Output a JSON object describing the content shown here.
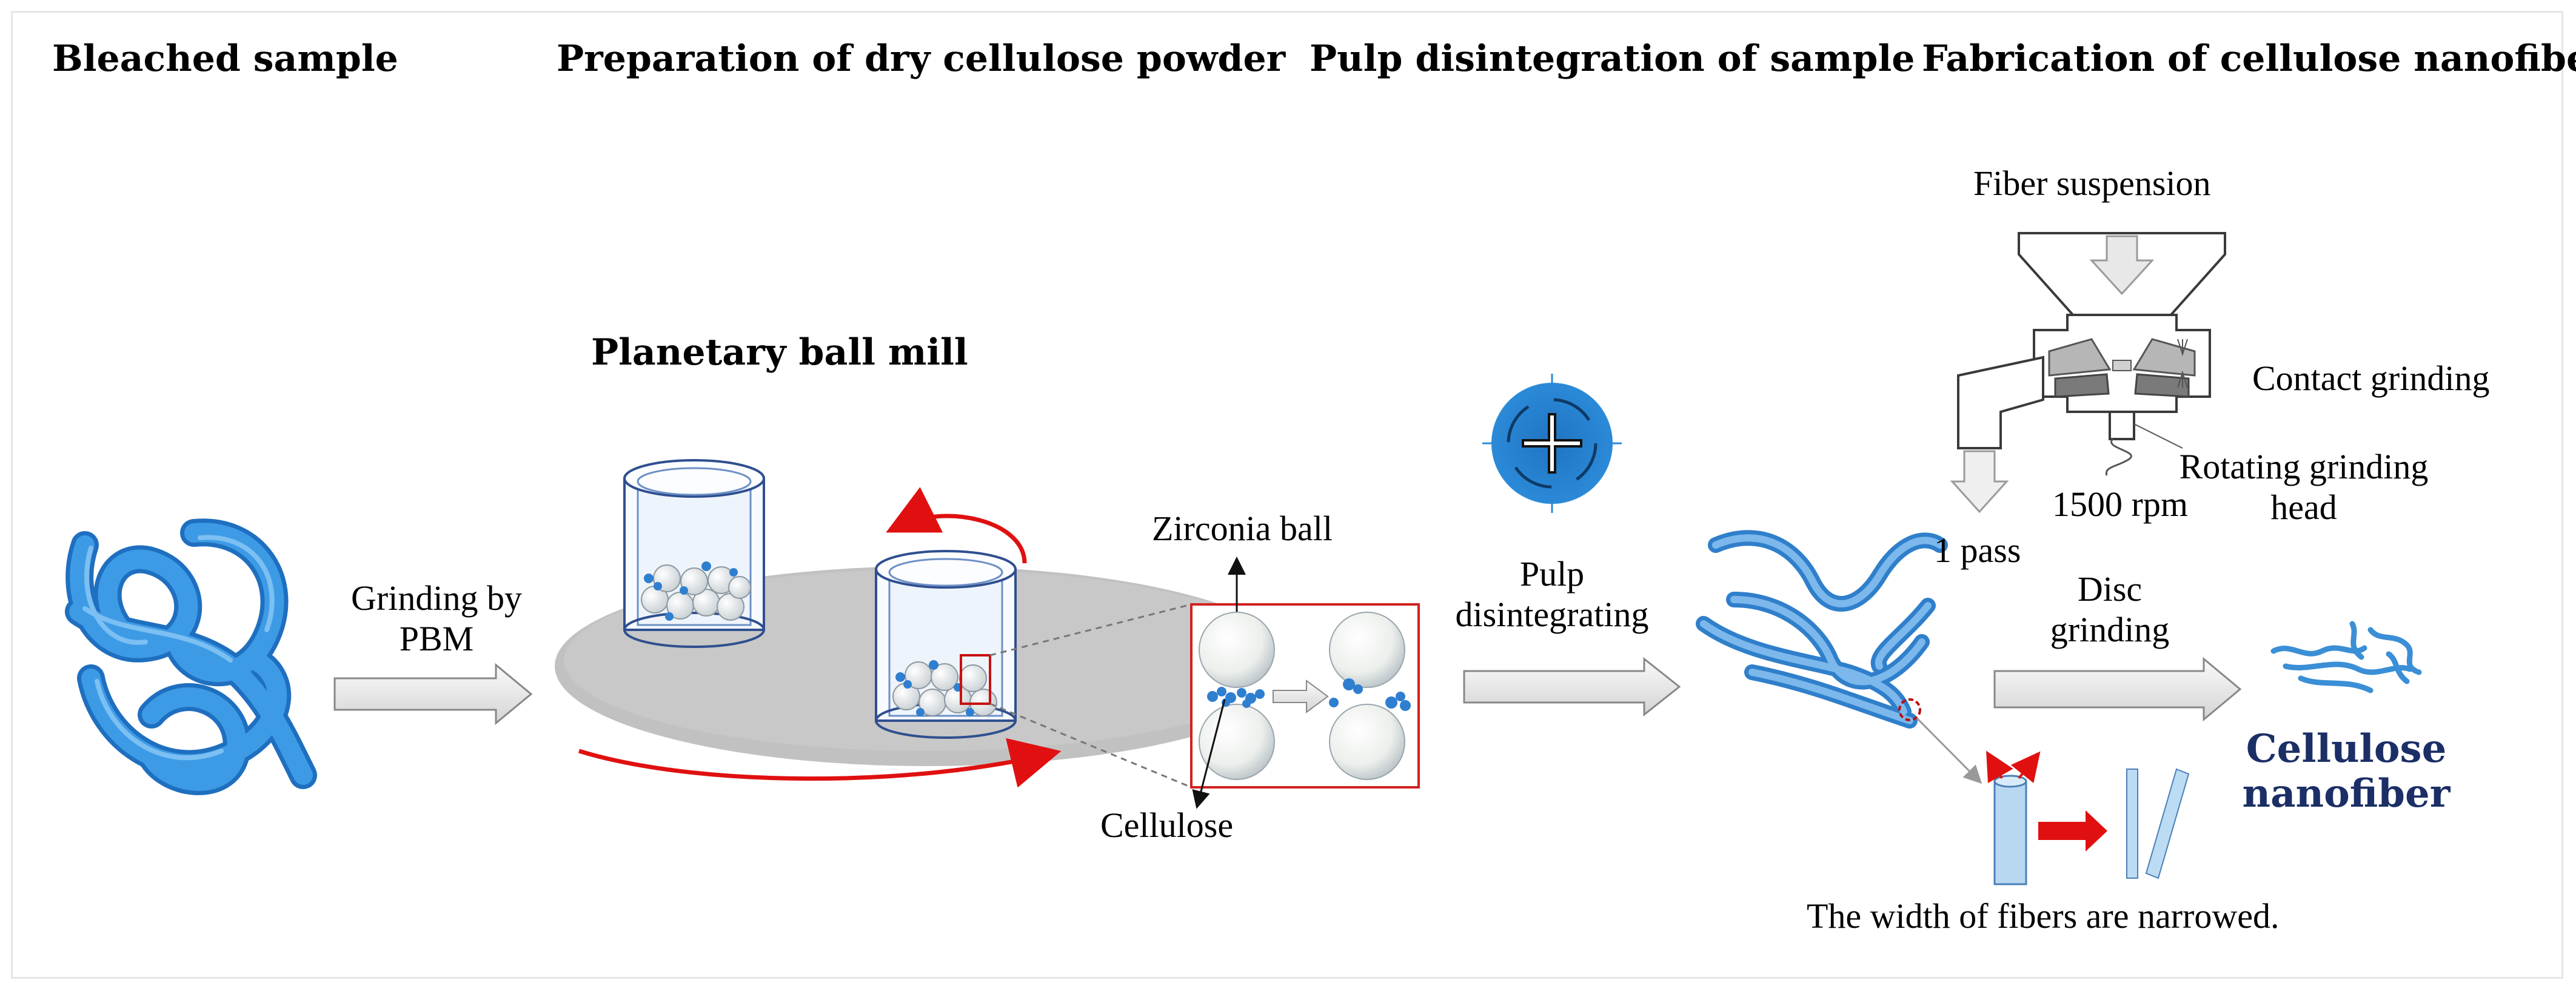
{
  "headers": {
    "step1": "Bleached sample",
    "step2": "Preparation of dry cellulose powder",
    "step3": "Pulp disintegration of sample",
    "step4": "Fabrication of cellulose nanofiber"
  },
  "labels": {
    "grinding_pbm": "Grinding by\nPBM",
    "planetary_ball_mill": "Planetary  ball mill",
    "zirconia_ball": "Zirconia ball",
    "cellulose": "Cellulose",
    "pulp_disintegrating": "Pulp\ndisintegrating",
    "fiber_suspension": "Fiber suspension",
    "contact_grinding": "Contact grinding",
    "rotating_grinding_head": "Rotating grinding\nhead",
    "rpm": "1500 rpm",
    "one_pass": "1 pass",
    "disc_grinding": "Disc\ngrinding",
    "cellulose_nanofiber": "Cellulose\nnanofiber",
    "width_note": "The width of fibers are narrowed."
  },
  "colors": {
    "fiber_blue": "#3a8fd6",
    "arrow_red": "#e01010",
    "navy_text": "#1b2f66"
  }
}
